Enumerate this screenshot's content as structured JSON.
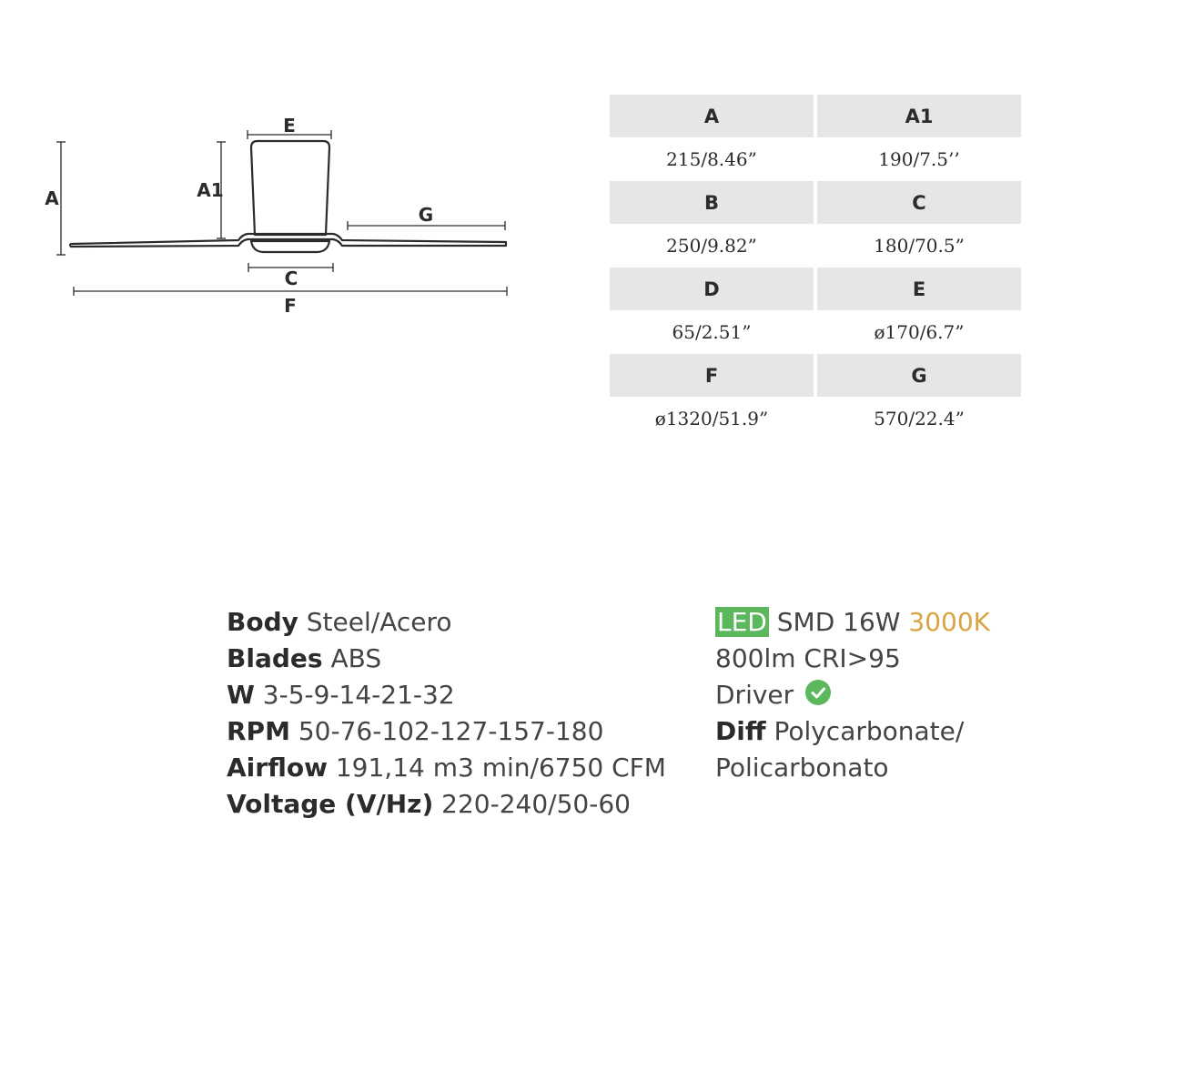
{
  "diagram": {
    "labels": {
      "A": "A",
      "A1": "A1",
      "E": "E",
      "G": "G",
      "C": "C",
      "F": "F"
    }
  },
  "dimensions": [
    {
      "head": "A",
      "value": "215/8.46”"
    },
    {
      "head": "A1",
      "value": "190/7.5’’"
    },
    {
      "head": "B",
      "value": "250/9.82”"
    },
    {
      "head": "C",
      "value": "180/70.5”"
    },
    {
      "head": "D",
      "value": "65/2.51”"
    },
    {
      "head": "E",
      "value": "ø170/6.7”"
    },
    {
      "head": "F",
      "value": "ø1320/51.9”"
    },
    {
      "head": "G",
      "value": "570/22.4”"
    }
  ],
  "specs_left": [
    {
      "label": "Body",
      "value": "Steel/Acero"
    },
    {
      "label": "Blades",
      "value": "ABS"
    },
    {
      "label": "W",
      "value": "3-5-9-14-21-32"
    },
    {
      "label": "RPM",
      "value": "50-76-102-127-157-180"
    },
    {
      "label": "Airflow",
      "value": "191,14 m3 min/6750 CFM"
    },
    {
      "label": "Voltage (V/Hz)",
      "value": "220-240/50-60"
    }
  ],
  "specs_right": {
    "led_badge": "LED",
    "led_spec": "SMD 16W",
    "cct": "3000K",
    "lumen": "800lm CRI>95",
    "driver_label": "Driver",
    "diff_label": "Diff",
    "diff_value_1": "Polycarbonate/",
    "diff_value_2": "Policarbonato"
  },
  "colors": {
    "led_green": "#5cb85c",
    "cct_orange": "#d9a441",
    "table_header_gray": "#e6e6e8"
  },
  "icons": {
    "driver_check": "check-circle-icon"
  }
}
